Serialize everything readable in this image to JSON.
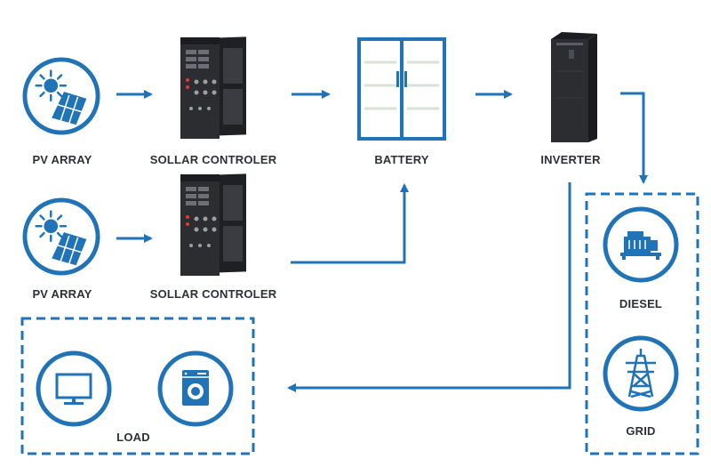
{
  "colors": {
    "accent": "#2073b7",
    "cabinet": "#2b2d31",
    "cabinet_dark": "#1c1d20",
    "text": "#2d3136"
  },
  "nodes": {
    "pv_array_1": {
      "label": "PV ARRAY",
      "icon": "solar-panel-icon"
    },
    "pv_array_2": {
      "label": "PV ARRAY",
      "icon": "solar-panel-icon"
    },
    "solar_controller_1": {
      "label": "SOLLAR CONTROLER",
      "icon": "controller-cabinet-icon"
    },
    "solar_controller_2": {
      "label": "SOLLAR CONTROLER",
      "icon": "controller-cabinet-icon"
    },
    "battery": {
      "label": "BATTERY",
      "icon": "battery-rack-icon"
    },
    "inverter": {
      "label": "INVERTER",
      "icon": "inverter-cabinet-icon"
    },
    "diesel": {
      "label": "DIESEL",
      "icon": "generator-icon"
    },
    "grid": {
      "label": "GRID",
      "icon": "transmission-tower-icon"
    },
    "load": {
      "label": "LOAD",
      "icons": [
        "monitor-icon",
        "washing-machine-icon"
      ]
    }
  }
}
